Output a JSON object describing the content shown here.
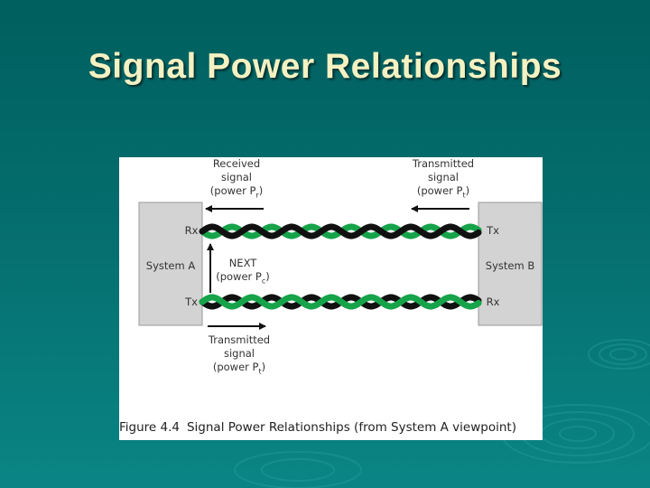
{
  "slide": {
    "title": "Signal Power Relationships",
    "background_color": "#056d6d",
    "title_color": "#f4f1c2"
  },
  "figure": {
    "caption_number": "Figure 4.4",
    "caption_text": "Signal Power Relationships (from System A viewpoint)",
    "system_a": {
      "label": "System A",
      "top_port": "Rx",
      "bottom_port": "Tx"
    },
    "system_b": {
      "label": "System B",
      "top_port": "Tx",
      "bottom_port": "Rx"
    },
    "received_signal": {
      "line1": "Received",
      "line2": "signal",
      "line3": "(power P",
      "sub": "r",
      "close": ")"
    },
    "transmitted_signal_top": {
      "line1": "Transmitted",
      "line2": "signal",
      "line3": "(power P",
      "sub": "t",
      "close": ")"
    },
    "next_signal": {
      "line1": "NEXT",
      "line2": "(power P",
      "sub": "c",
      "close": ")"
    },
    "transmitted_signal_bottom": {
      "line1": "Transmitted",
      "line2": "signal",
      "line3": "(power P",
      "sub": "t",
      "close": ")"
    },
    "colors": {
      "box_fill": "#d3d3d3",
      "wire_green": "#16a34a",
      "wire_black": "#111111",
      "arrow": "#111111"
    }
  }
}
